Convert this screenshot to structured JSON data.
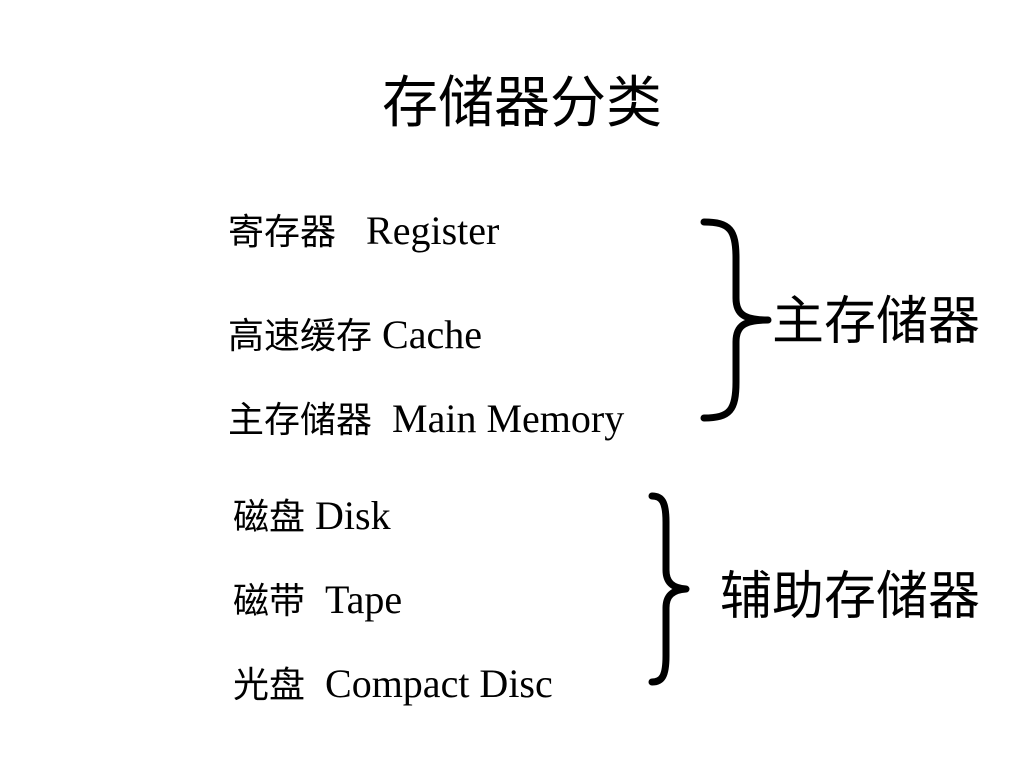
{
  "title": "存储器分类",
  "groups": [
    {
      "label": "主存储器",
      "items": [
        {
          "cn": "寄存器",
          "en": "Register"
        },
        {
          "cn": "高速缓存",
          "en": "Cache"
        },
        {
          "cn": "主存储器",
          "en": "Main Memory"
        }
      ]
    },
    {
      "label": "辅助存储器",
      "items": [
        {
          "cn": "磁盘",
          "en": "Disk"
        },
        {
          "cn": "磁带",
          "en": "Tape"
        },
        {
          "cn": "光盘",
          "en": "Compact Disc"
        }
      ]
    }
  ]
}
